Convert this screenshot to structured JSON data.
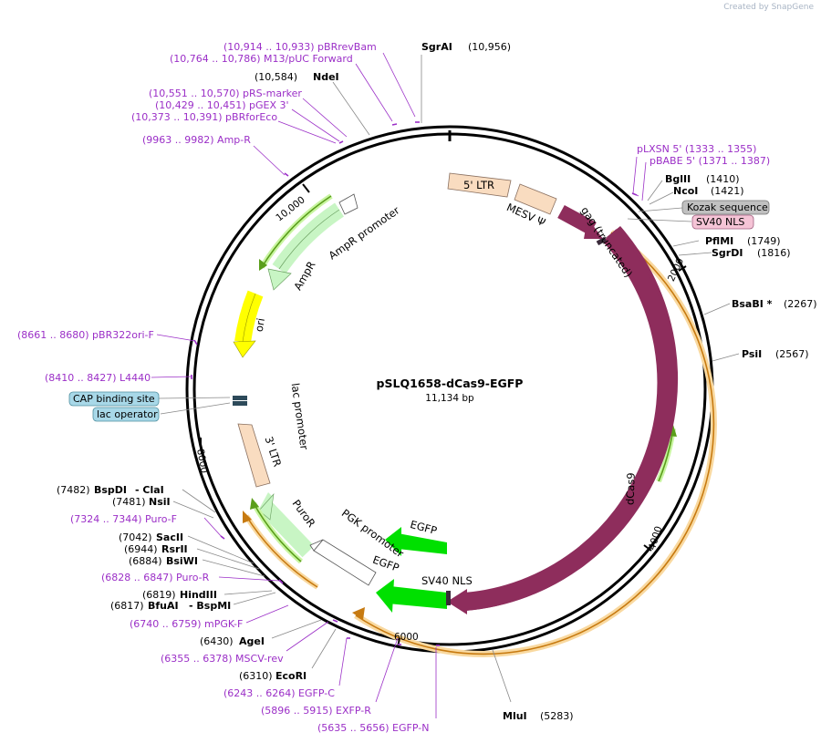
{
  "watermark": "Created by SnapGene",
  "plasmid": {
    "name": "pSLQ1658-dCas9-EGFP",
    "size_label": "11,134 bp"
  },
  "ticks": [
    "10,000",
    "2000",
    "4000",
    "6000",
    "8000"
  ],
  "sites": [
    {
      "id": "sgrai",
      "name": "SgrAI",
      "pos": "(10,956)"
    },
    {
      "id": "ndei",
      "name": "NdeI",
      "pos": "(10,584)"
    },
    {
      "id": "bglii",
      "name": "BglII",
      "pos": "(1410)"
    },
    {
      "id": "ncoi",
      "name": "NcoI",
      "pos": "(1421)"
    },
    {
      "id": "pflmi",
      "name": "PflMI",
      "pos": "(1749)"
    },
    {
      "id": "sgrdi",
      "name": "SgrDI",
      "pos": "(1816)"
    },
    {
      "id": "bsabi",
      "name": "BsaBI *",
      "pos": "(2267)"
    },
    {
      "id": "psii",
      "name": "PsiI",
      "pos": "(2567)"
    },
    {
      "id": "mlui",
      "name": "MluI",
      "pos": "(5283)"
    },
    {
      "id": "ecori",
      "name": "EcoRI",
      "pos": "(6310)"
    },
    {
      "id": "agei",
      "name": "AgeI",
      "pos": "(6430)"
    },
    {
      "id": "bfuai",
      "name": "BfuAI",
      "pos": "(6817)"
    },
    {
      "id": "bspmi",
      "name": "- BspMI",
      "pos": ""
    },
    {
      "id": "hindiii",
      "name": "HindIII",
      "pos": "(6819)"
    },
    {
      "id": "bsiwi",
      "name": "BsiWI",
      "pos": "(6884)"
    },
    {
      "id": "rsrii",
      "name": "RsrII",
      "pos": "(6944)"
    },
    {
      "id": "sacii",
      "name": "SacII",
      "pos": "(7042)"
    },
    {
      "id": "nsii",
      "name": "NsiI",
      "pos": "(7481)"
    },
    {
      "id": "bspdi",
      "name": "BspDI",
      "pos": "(7482)"
    },
    {
      "id": "clai",
      "name": "- ClaI",
      "pos": ""
    }
  ],
  "primers": [
    {
      "id": "pbrrevbam",
      "text": "(10,914 .. 10,933)  pBRrevBam"
    },
    {
      "id": "m13",
      "text": "(10,764 .. 10,786)  M13/pUC Forward"
    },
    {
      "id": "prsmarker",
      "text": "(10,551 .. 10,570)  pRS-marker"
    },
    {
      "id": "pgex3",
      "text": "(10,429 .. 10,451)  pGEX 3'"
    },
    {
      "id": "pbrforeco",
      "text": "(10,373 .. 10,391)  pBRforEco"
    },
    {
      "id": "ampr",
      "text": "(9963 .. 9982)  Amp-R"
    },
    {
      "id": "pbr322ori",
      "text": "(8661 .. 8680)  pBR322ori-F"
    },
    {
      "id": "l4440",
      "text": "(8410 .. 8427)  L4440"
    },
    {
      "id": "purof",
      "text": "(7324 .. 7344)  Puro-F"
    },
    {
      "id": "puror",
      "text": "(6828 .. 6847)  Puro-R"
    },
    {
      "id": "mpgkf",
      "text": "(6740 .. 6759)  mPGK-F"
    },
    {
      "id": "msculrev",
      "text": "(6355 .. 6378)  MSCV-rev"
    },
    {
      "id": "egfpc",
      "text": "(6243 .. 6264)  EGFP-C"
    },
    {
      "id": "exfpr",
      "text": "(5896 .. 5915)  EXFP-R"
    },
    {
      "id": "egfpn",
      "text": "(5635 .. 5656)  EGFP-N"
    },
    {
      "id": "plxsn",
      "text": "pLXSN 5'   (1333 .. 1355)"
    },
    {
      "id": "pbabe",
      "text": "pBABE 5'   (1371 .. 1387)"
    }
  ],
  "boxed_features": [
    {
      "id": "kozak",
      "text": "Kozak sequence"
    },
    {
      "id": "sv40nls_box",
      "text": "SV40 NLS"
    },
    {
      "id": "cap",
      "text": "CAP binding site"
    },
    {
      "id": "lacop",
      "text": "lac operator"
    }
  ],
  "features": [
    {
      "id": "ltr5",
      "text": "5' LTR"
    },
    {
      "id": "mesv",
      "text": "MESV Ψ"
    },
    {
      "id": "gag",
      "text": "gag (truncated)"
    },
    {
      "id": "dcas9",
      "text": "dCas9"
    },
    {
      "id": "amprprom",
      "text": "AmpR promoter"
    },
    {
      "id": "ampr",
      "text": "AmpR"
    },
    {
      "id": "ori",
      "text": "ori"
    },
    {
      "id": "lacprom",
      "text": "lac promoter"
    },
    {
      "id": "ltr3",
      "text": "3' LTR"
    },
    {
      "id": "puror",
      "text": "PuroR"
    },
    {
      "id": "pgkprom",
      "text": "PGK promoter"
    },
    {
      "id": "egfp_in",
      "text": "EGFP"
    },
    {
      "id": "egfp",
      "text": "EGFP"
    },
    {
      "id": "sv40nls",
      "text": "SV40 NLS"
    }
  ],
  "colors": {
    "backbone": "#000000",
    "primer": "#9b2fc7",
    "dcas9": "#8e2d5c",
    "ltr": "#f9dcc0",
    "amp": "#c8f5c4",
    "ori": "#ffff00",
    "egfp": "#00e000",
    "orf_orange": "#e8a040",
    "orf_green": "#5a9e1a",
    "kozak_box": "#c0c0c0",
    "sv40_box": "#f5c4d6",
    "lac_box": "#a8d8e8"
  }
}
